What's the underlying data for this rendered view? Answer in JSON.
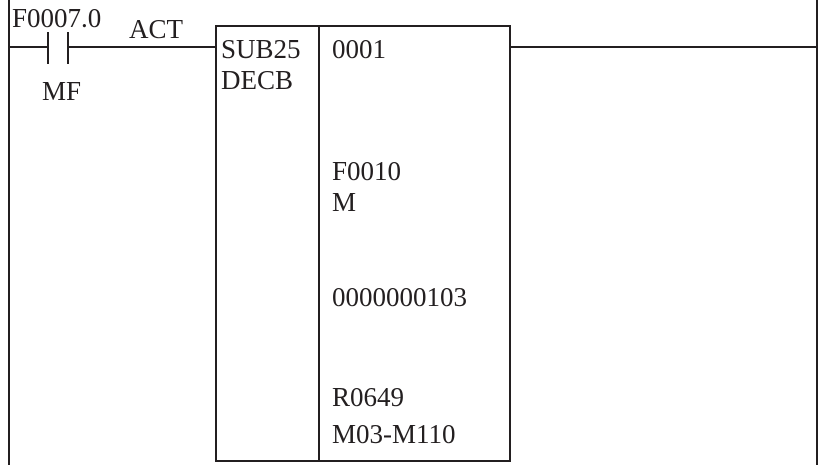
{
  "contact": {
    "address": "F0007.0",
    "name": "MF"
  },
  "input_label": "ACT",
  "function_block": {
    "number": "SUB25",
    "name": "DECB",
    "params": [
      [
        "0001"
      ],
      [
        "F0010",
        "M"
      ],
      [
        "0000000103"
      ],
      [
        "R0649",
        "M03-M110"
      ]
    ]
  },
  "colors": {
    "line": "#231f20",
    "background": "#ffffff"
  }
}
